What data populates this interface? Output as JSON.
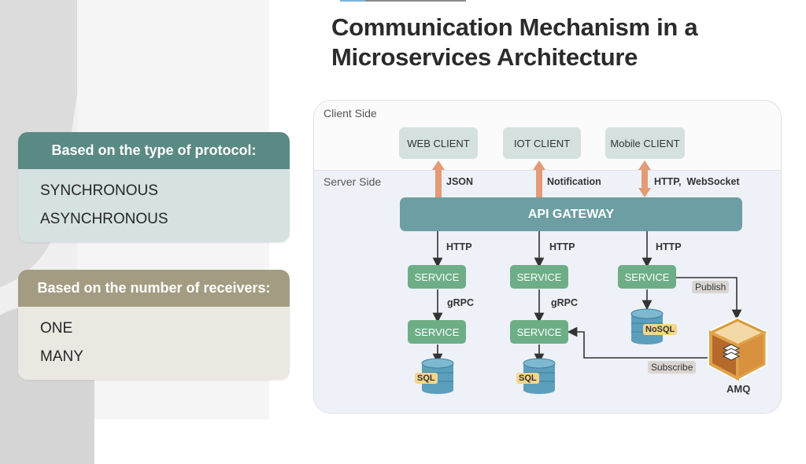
{
  "slide": {
    "title": "Communication Mechanism in a Microservices Architecture",
    "progress_percent": 20
  },
  "cards": {
    "protocol": {
      "heading": "Based on the type of protocol:",
      "items": [
        "SYNCHRONOUS",
        "ASYNCHRONOUS"
      ],
      "header_color": "#5a8a84",
      "body_color": "#d6e1e1"
    },
    "receivers": {
      "heading": "Based on the number of receivers:",
      "items": [
        "ONE",
        "MANY"
      ],
      "header_color": "#a49c82",
      "body_color": "#ebe8e2"
    }
  },
  "diagram": {
    "client_zone_label": "Client Side",
    "server_zone_label": "Server Side",
    "clients": [
      {
        "label": "WEB CLIENT",
        "link_label": "JSON",
        "direction": "up"
      },
      {
        "label": "IOT CLIENT",
        "link_label": "Notification",
        "direction": "up"
      },
      {
        "label": "Mobile CLIENT",
        "link_label": "HTTP,  WebSocket",
        "direction": "bidirectional"
      }
    ],
    "gateway_label": "API GATEWAY",
    "columns": [
      {
        "http_label": "HTTP",
        "service_label": "SERVICE",
        "grpc_label": "gRPC",
        "service2_label": "SERVICE",
        "db_label": "SQL"
      },
      {
        "http_label": "HTTP",
        "service_label": "SERVICE",
        "grpc_label": "gRPC",
        "service2_label": "SERVICE",
        "db_label": "SQL"
      },
      {
        "http_label": "HTTP",
        "service_label": "SERVICE",
        "db_label": "NoSQL"
      }
    ],
    "publish_label": "Publish",
    "subscribe_label": "Subscribe",
    "queue_label": "AMQ",
    "colors": {
      "client_arrow": "#e39a76",
      "service": "#6dae86",
      "gateway": "#6c9ea3",
      "database": "#5b9fbd",
      "db_tag": "#f4d68a"
    }
  }
}
